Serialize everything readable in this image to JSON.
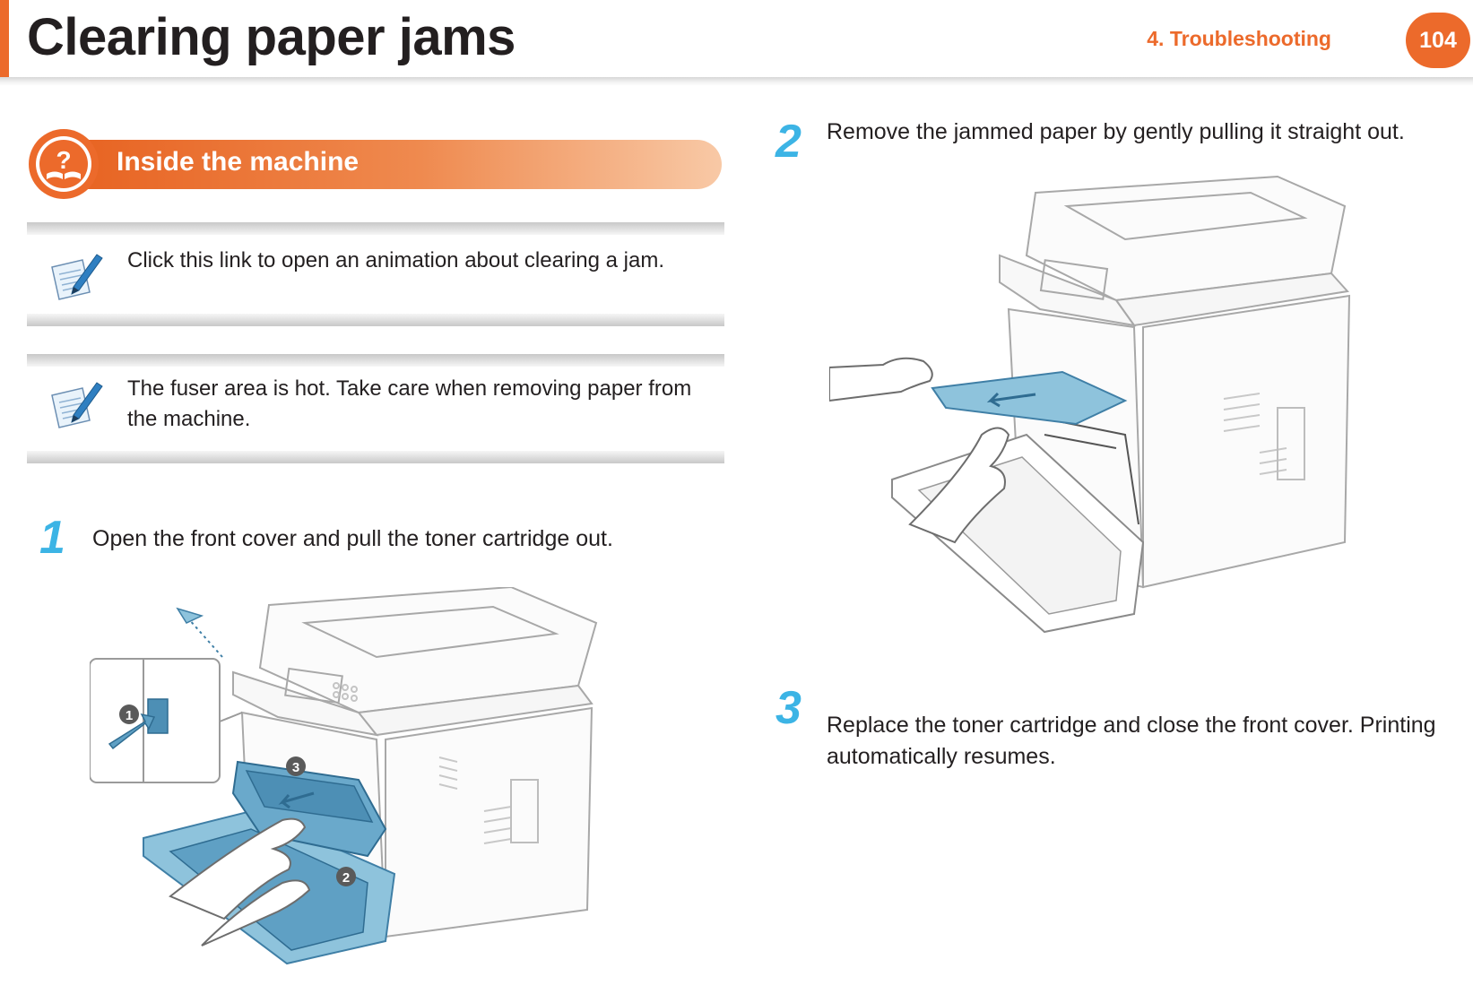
{
  "header": {
    "title": "Clearing paper jams",
    "chapter": "4.  Troubleshooting",
    "page_number": "104"
  },
  "section": {
    "title": "Inside the machine",
    "icon": "question-book-icon"
  },
  "notes": [
    {
      "text": "Click this link to open an animation about clearing a jam.",
      "icon": "note-pen-icon"
    },
    {
      "text": "The fuser area is hot. Take care when removing paper from the machine.",
      "icon": "note-pen-icon"
    }
  ],
  "steps": [
    {
      "number": "1",
      "text": "Open the front cover and pull the toner cartridge out."
    },
    {
      "number": "2",
      "text": "Remove the jammed paper by gently pulling it straight out."
    },
    {
      "number": "3",
      "text": "Replace the toner cartridge and close the front cover. Printing automatically resumes."
    }
  ],
  "illustrations": {
    "step1_callouts": [
      "1",
      "2",
      "3"
    ]
  },
  "colors": {
    "accent_orange": "#ec6a2b",
    "step_blue": "#3cb4e5",
    "illustration_blue": "#3f7fa6"
  }
}
